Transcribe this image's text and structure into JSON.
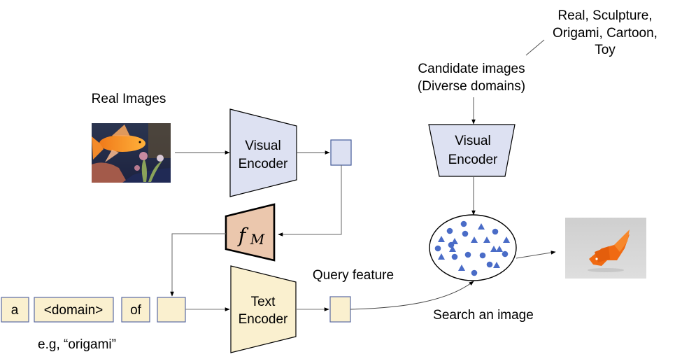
{
  "title": "Domain-conditioned image retrieval pipeline",
  "colors": {
    "visual_fill": "#dde1f2",
    "visual_stroke": "#445a99",
    "text_fill": "#faf0cf",
    "text_stroke": "#5a6aa3",
    "mapper_fill": "#ebc7ad",
    "point": "#4a6cc7",
    "line": "#555555"
  },
  "labels": {
    "real_images": "Real Images",
    "domains_list_line1": "Real, Sculpture,",
    "domains_list_line2": "Origami, Cartoon,",
    "domains_list_line3": "Toy",
    "candidate_line1": "Candidate images",
    "candidate_line2": "(Diverse domains)",
    "query_feature": "Query feature",
    "search_image": "Search an image",
    "example": "e.g, “origami”"
  },
  "blocks": {
    "visual_encoder_left": {
      "line1": "Visual",
      "line2": "Encoder"
    },
    "visual_encoder_right": {
      "line1": "Visual",
      "line2": "Encoder"
    },
    "text_encoder": {
      "line1": "Text",
      "line2": "Encoder"
    },
    "mapper": {
      "symbol": "f",
      "subscript": "M"
    }
  },
  "prompt_tokens": [
    "a",
    "<domain>",
    "of",
    ""
  ],
  "images": {
    "input": "goldfish photo (real)",
    "output": "origami goldfish"
  },
  "embedding_space": {
    "circles": 12,
    "triangles": 12
  }
}
